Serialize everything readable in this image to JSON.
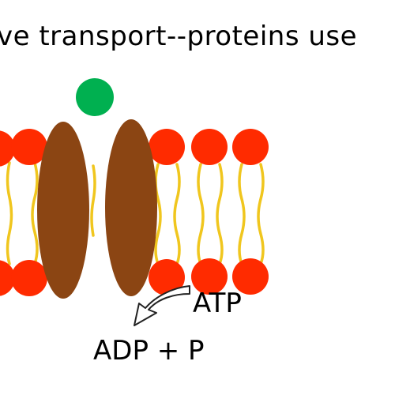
{
  "title": "ve transport--proteins use",
  "labels": {
    "atp": "ATP",
    "products": "ADP +  P"
  },
  "colors": {
    "phospholipid_head": "#ff2b00",
    "lipid_tail": "#f0c61e",
    "transport_protein": "#8b4513",
    "transported_molecule": "#00b050",
    "arrow": "#ffffff"
  },
  "icons": {
    "molecule": "green-circle-molecule",
    "protein": "brown-oval-channel-protein",
    "arrow": "curved-arrow"
  }
}
